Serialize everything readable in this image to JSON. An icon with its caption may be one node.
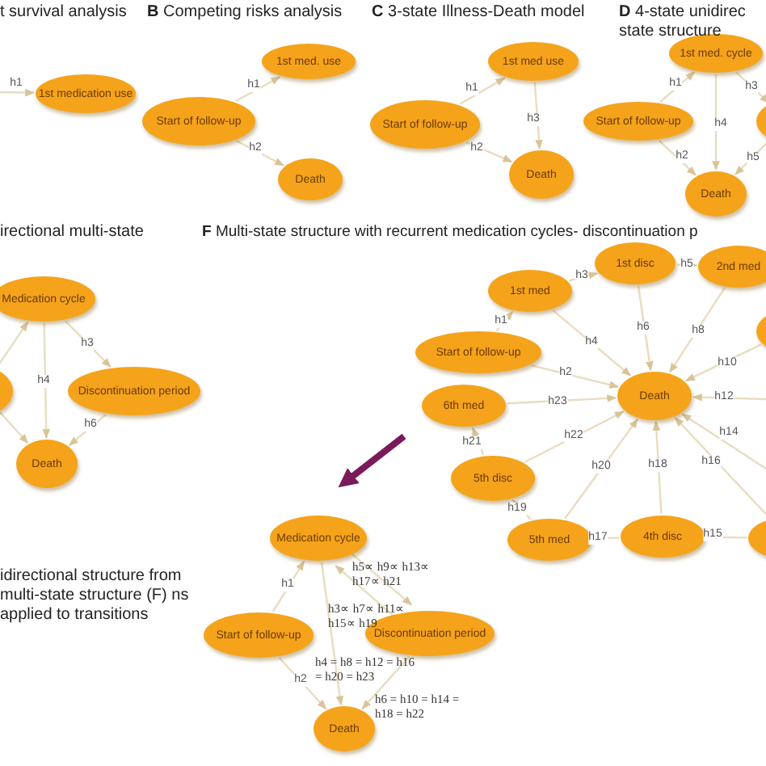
{
  "diagram": {
    "nodes": [
      {
        "text": [
          "1st medication use"
        ]
      },
      {
        "text": [
          "Start of follow-up"
        ]
      },
      {
        "text": [
          "1st med. use"
        ]
      },
      {
        "text": [
          "Death"
        ]
      },
      {
        "text": [
          "1st med use"
        ]
      },
      {
        "text": [
          "Start of follow-up"
        ]
      },
      {
        "text": [
          "Death"
        ]
      },
      {
        "text": [
          "1st med. cycle"
        ]
      },
      {
        "text": [
          "Start of follow-up"
        ]
      },
      {
        "text": [],
        "shape": "ellipse"
      },
      {
        "text": [
          "Death"
        ]
      },
      {
        "text": [
          "Medication cycle"
        ]
      },
      {
        "text": [],
        "shape": "ellipse"
      },
      {
        "text": [
          "Discontinuation period"
        ]
      },
      {
        "text": [
          "Death"
        ]
      },
      {
        "text": [
          "1st disc"
        ]
      },
      {
        "text": [
          "2nd med"
        ]
      },
      {
        "text": [
          "1st med"
        ]
      },
      {
        "text": [],
        "shape": "ellipse"
      },
      {
        "text": [
          "Start of follow-up"
        ]
      },
      {
        "text": [
          "Death"
        ]
      },
      {
        "text": [
          "6th med"
        ]
      },
      {
        "text": [
          "5th disc"
        ]
      },
      {
        "text": [
          "5th med"
        ]
      },
      {
        "text": [
          "4th disc"
        ]
      },
      {
        "text": [],
        "shape": "ellipse"
      },
      {
        "text": [
          "Medication cycle"
        ]
      },
      {
        "text": [
          "Start of follow-up"
        ]
      },
      {
        "text": [
          "Discontinuation period"
        ]
      },
      {
        "text": [
          "Death"
        ]
      }
    ],
    "edges": [
      {
        "from": null,
        "to": 0,
        "arrow": "to",
        "label": "h1"
      },
      {
        "from": 1,
        "to": 2,
        "arrow": "to",
        "label": "h1"
      },
      {
        "from": 1,
        "to": 3,
        "arrow": "to",
        "label": "h2"
      },
      {
        "from": 5,
        "to": 4,
        "arrow": "to",
        "label": "h1"
      },
      {
        "from": 5,
        "to": 6,
        "arrow": "to",
        "label": "h2"
      },
      {
        "from": 4,
        "to": 6,
        "arrow": "to",
        "label": "h3"
      },
      {
        "from": 8,
        "to": 7,
        "arrow": "to",
        "label": "h1"
      },
      {
        "from": 8,
        "to": 10,
        "arrow": "to",
        "label": "h2"
      },
      {
        "from": 7,
        "to": 10,
        "arrow": "to",
        "label": "h4"
      },
      {
        "from": 7,
        "to": 9,
        "arrow": "to",
        "label": "h3"
      },
      {
        "from": 9,
        "to": 10,
        "arrow": "to",
        "label": "h5"
      },
      {
        "from": 12,
        "to": 11,
        "arrow": "to"
      },
      {
        "from": 11,
        "to": 13,
        "arrow": "to",
        "label": "h3"
      },
      {
        "from": 11,
        "to": 14,
        "arrow": "to",
        "label": "h4"
      },
      {
        "from": 12,
        "to": 14,
        "arrow": "to"
      },
      {
        "from": 13,
        "to": 14,
        "arrow": "to",
        "label": "h6"
      },
      {
        "from": 19,
        "to": 17,
        "arrow": "to",
        "label": "h1"
      },
      {
        "from": 19,
        "to": 20,
        "arrow": "to",
        "label": "h2"
      },
      {
        "from": 17,
        "to": 15,
        "arrow": "to",
        "label": "h3"
      },
      {
        "from": 17,
        "to": 20,
        "arrow": "to",
        "label": "h4"
      },
      {
        "from": 15,
        "to": 16,
        "arrow": "to",
        "label": "h5"
      },
      {
        "from": 15,
        "to": 20,
        "arrow": "to",
        "label": "h6"
      },
      {
        "from": 16,
        "to": 20,
        "arrow": "to",
        "label": "h8"
      },
      {
        "from": 18,
        "to": 20,
        "arrow": "to",
        "label": "h10"
      },
      {
        "from": null,
        "to": 20,
        "arrow": "to",
        "label": "h12"
      },
      {
        "from": null,
        "to": 20,
        "arrow": "to",
        "label": "h14"
      },
      {
        "from": 25,
        "to": 20,
        "arrow": "to",
        "label": "h16"
      },
      {
        "from": 25,
        "to": 24,
        "arrow": "to",
        "label": "h15"
      },
      {
        "from": 24,
        "to": 20,
        "arrow": "to",
        "label": "h18"
      },
      {
        "from": 24,
        "to": 23,
        "arrow": "to",
        "label": "h17"
      },
      {
        "from": 23,
        "to": 20,
        "arrow": "to",
        "label": "h20"
      },
      {
        "from": 23,
        "to": 22,
        "arrow": "to",
        "label": "h19"
      },
      {
        "from": 22,
        "to": 20,
        "arrow": "to",
        "label": "h22"
      },
      {
        "from": 22,
        "to": 21,
        "arrow": "to",
        "label": "h21"
      },
      {
        "from": 21,
        "to": 20,
        "arrow": "to",
        "label": "h23"
      },
      {
        "from": 27,
        "to": 26,
        "arrow": "to",
        "label": "h1"
      },
      {
        "from": 27,
        "to": 29,
        "arrow": "to",
        "label": "h2"
      },
      {
        "from": 26,
        "to": 29,
        "arrow": "to",
        "label": "h4 = h8 = h12 = h16 = h20 = h23"
      },
      {
        "from": 26,
        "to": 28,
        "arrow": "to",
        "label": "h3∝ h7∝ h11∝ h15∝ h19"
      },
      {
        "from": 28,
        "to": 26,
        "arrow": "to",
        "label": "h5∝ h9∝ h13∝ h17∝ h21"
      },
      {
        "from": 28,
        "to": 29,
        "arrow": "to",
        "label": "h6 = h10 = h14 = h18 = h22"
      }
    ],
    "labels": [
      "t survival analysis",
      "**B** Competing risks analysis",
      "**C** 3-state Illness-Death model",
      "**D** 4-state unidirec state structure",
      "irectional multi-state",
      "**F** Multi-state structure with recurrent medication cycles- discontinuation p",
      "idirectional structure from multi-state structure (F) ns applied to transitions"
    ]
  }
}
